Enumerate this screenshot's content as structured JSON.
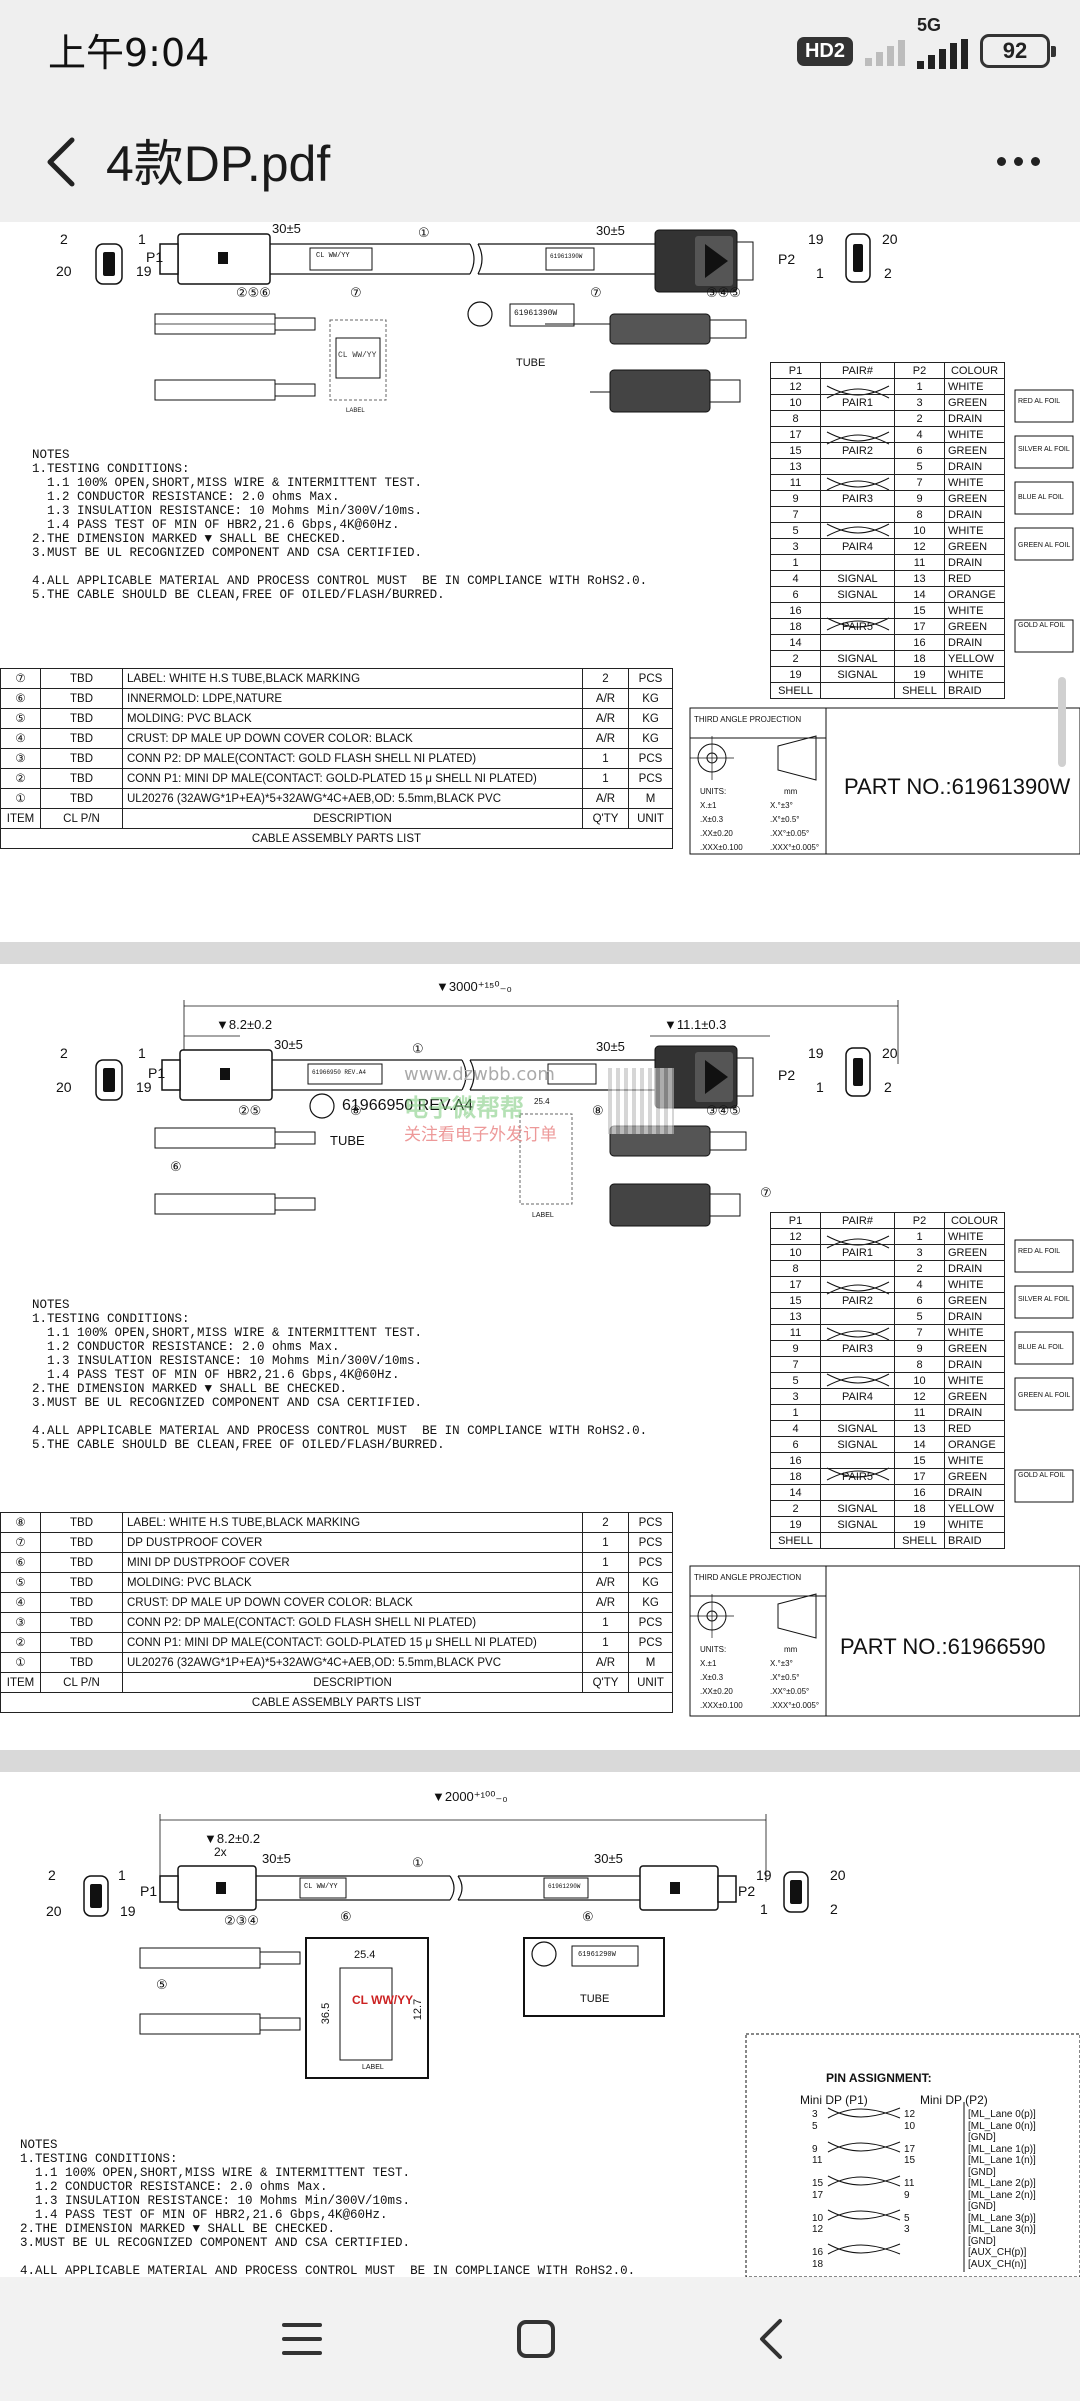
{
  "status": {
    "time": "上午9:04",
    "hd": "HD2",
    "net": "5G",
    "battery": "92"
  },
  "appbar": {
    "title": "4款DP.pdf"
  },
  "watermark": {
    "line1": "www.dzwbb.com",
    "line2": "电子微帮帮",
    "line3": "关注看电子外发订单"
  },
  "pages": [
    {
      "part_no": "PART NO.:61961390W",
      "tube_label": "61961390W",
      "tube_caption": "TUBE",
      "length": "",
      "tol_left": "",
      "tol_right": "",
      "label_text": "CL WW/YY",
      "label_caption": "LABEL",
      "dim_a": "30±5",
      "dim_b": "30±5",
      "p1": "P1",
      "p2": "P2",
      "bom": [
        [
          "⑦",
          "TBD",
          "LABEL: WHITE H.S TUBE,BLACK MARKING",
          "2",
          "PCS"
        ],
        [
          "⑥",
          "TBD",
          "INNERMOLD: LDPE,NATURE",
          "A/R",
          "KG"
        ],
        [
          "⑤",
          "TBD",
          "MOLDING: PVC BLACK",
          "A/R",
          "KG"
        ],
        [
          "④",
          "TBD",
          "CRUST: DP MALE UP DOWN COVER COLOR: BLACK",
          "A/R",
          "KG"
        ],
        [
          "③",
          "TBD",
          "CONN P2: DP MALE(CONTACT: GOLD FLASH  SHELL NI PLATED)",
          "1",
          "PCS"
        ],
        [
          "②",
          "TBD",
          "CONN P1: MINI DP MALE(CONTACT: GOLD-PLATED 15 μ SHELL NI PLATED)",
          "1",
          "PCS"
        ],
        [
          "①",
          "TBD",
          "UL20276 (32AWG*1P+EA)*5+32AWG*4C+AEB,OD: 5.5mm,BLACK PVC",
          "A/R",
          "M"
        ]
      ]
    },
    {
      "part_no": "PART NO.:61966590",
      "tube_label": "61966950 REV.A4",
      "tube_caption": "TUBE",
      "length": "▼3000⁺¹⁵⁰₋₀",
      "tol_left": "▼8.2±0.2",
      "tol_right": "▼11.1±0.3",
      "label_text": "25.4",
      "label_caption": "LABEL",
      "dim_a": "30±5",
      "dim_b": "30±5",
      "p1": "P1",
      "p2": "P2",
      "bom": [
        [
          "⑧",
          "TBD",
          "LABEL: WHITE H.S TUBE,BLACK MARKING",
          "2",
          "PCS"
        ],
        [
          "⑦",
          "TBD",
          "DP DUSTPROOF COVER",
          "1",
          "PCS"
        ],
        [
          "⑥",
          "TBD",
          "MINI DP DUSTPROOF COVER",
          "1",
          "PCS"
        ],
        [
          "⑤",
          "TBD",
          "MOLDING: PVC BLACK",
          "A/R",
          "KG"
        ],
        [
          "④",
          "TBD",
          "CRUST: DP MALE UP DOWN COVER COLOR: BLACK",
          "A/R",
          "KG"
        ],
        [
          "③",
          "TBD",
          "CONN P2: DP MALE(CONTACT: GOLD FLASH  SHELL NI PLATED)",
          "1",
          "PCS"
        ],
        [
          "②",
          "TBD",
          "CONN P1: MINI DP MALE(CONTACT: GOLD-PLATED 15 μ SHELL NI PLATED)",
          "1",
          "PCS"
        ],
        [
          "①",
          "TBD",
          "UL20276 (32AWG*1P+EA)*5+32AWG*4C+AEB,OD: 5.5mm,BLACK PVC",
          "A/R",
          "M"
        ]
      ]
    },
    {
      "part_no": "",
      "tube_label": "61961290W",
      "tube_caption": "TUBE",
      "length": "▼2000⁺¹⁰⁰₋₀",
      "tol_left": "▼8.2±0.2",
      "tol_right": "",
      "label_text": "CL WW/YY",
      "label_caption": "LABEL",
      "dim_a": "30±5",
      "dim_b": "30±5",
      "p1": "P1",
      "p2": "P2",
      "bom": []
    }
  ],
  "pin_header": [
    "P1",
    "PAIR#",
    "P2",
    "COLOUR"
  ],
  "pin_rows": [
    [
      "12",
      "",
      "1",
      "WHITE",
      ""
    ],
    [
      "10",
      "PAIR1",
      "3",
      "GREEN",
      "RED AL FOIL"
    ],
    [
      "8",
      "",
      "2",
      "DRAIN",
      ""
    ],
    [
      "17",
      "",
      "4",
      "WHITE",
      ""
    ],
    [
      "15",
      "PAIR2",
      "6",
      "GREEN",
      "SILVER AL FOIL"
    ],
    [
      "13",
      "",
      "5",
      "DRAIN",
      ""
    ],
    [
      "11",
      "",
      "7",
      "WHITE",
      ""
    ],
    [
      "9",
      "PAIR3",
      "9",
      "GREEN",
      "BLUE AL FOIL"
    ],
    [
      "7",
      "",
      "8",
      "DRAIN",
      ""
    ],
    [
      "5",
      "",
      "10",
      "WHITE",
      ""
    ],
    [
      "3",
      "PAIR4",
      "12",
      "GREEN",
      "GREEN AL FOIL"
    ],
    [
      "1",
      "",
      "11",
      "DRAIN",
      ""
    ],
    [
      "4",
      "SIGNAL",
      "13",
      "RED",
      ""
    ],
    [
      "6",
      "SIGNAL",
      "14",
      "ORANGE",
      ""
    ],
    [
      "16",
      "",
      "15",
      "WHITE",
      ""
    ],
    [
      "18",
      "PAIR5",
      "17",
      "GREEN",
      "GOLD AL FOIL"
    ],
    [
      "14",
      "",
      "16",
      "DRAIN",
      ""
    ],
    [
      "2",
      "SIGNAL",
      "18",
      "YELLOW",
      ""
    ],
    [
      "19",
      "SIGNAL",
      "19",
      "WHITE",
      ""
    ],
    [
      "SHELL",
      "",
      "SHELL",
      "BRAID",
      ""
    ]
  ],
  "notes": [
    "NOTES",
    "1.TESTING CONDITIONS:",
    "  1.1 100% OPEN,SHORT,MISS WIRE & INTERMITTENT TEST.",
    "  1.2 CONDUCTOR RESISTANCE: 2.0 ohms Max.",
    "  1.3 INSULATION RESISTANCE: 10 Mohms Min/300V/10ms.",
    "  1.4 PASS TEST OF MIN OF HBR2,21.6 Gbps,4K@60Hz.",
    "2.THE DIMENSION MARKED ▼ SHALL BE CHECKED.",
    "3.MUST BE UL RECOGNIZED COMPONENT AND CSA CERTIFIED.",
    "",
    "4.ALL APPLICABLE MATERIAL AND PROCESS CONTROL MUST  BE IN COMPLIANCE WITH RoHS2.0.",
    "5.THE CABLE SHOULD BE CLEAN,FREE OF OILED/FLASH/BURRED."
  ],
  "bom_footer": {
    "item": "ITEM",
    "pn": "CL P/N",
    "desc": "DESCRIPTION",
    "qty": "Q'TY",
    "unit": "UNIT",
    "caption": "CABLE ASSEMBLY PARTS LIST"
  },
  "projection": {
    "title": "THIRD ANGLE PROJECTION",
    "units": "UNITS:",
    "mm": "mm",
    "tol": [
      [
        "X.±1",
        "X.°±3°"
      ],
      [
        ".X±0.3",
        ".X°±0.5°"
      ],
      [
        ".XX±0.20",
        ".XX°±0.05°"
      ],
      [
        ".XXX±0.100",
        ".XXX°±0.005°"
      ]
    ]
  },
  "pin_assign": {
    "title": "PIN ASSIGNMENT:",
    "col1": "Mini DP (P1)",
    "col2": "Mini DP (P2)",
    "rows": [
      [
        "3",
        "12",
        "ML_Lane 0(p)"
      ],
      [
        "5",
        "10",
        "ML_Lane 0(n)"
      ],
      [
        "",
        "",
        "GND"
      ],
      [
        "9",
        "17",
        "ML_Lane 1(p)"
      ],
      [
        "11",
        "15",
        "ML_Lane 1(n)"
      ],
      [
        "",
        "",
        "GND"
      ],
      [
        "15",
        "11",
        "ML_Lane 2(p)"
      ],
      [
        "17",
        "9",
        "ML_Lane 2(n)"
      ],
      [
        "",
        "",
        "GND"
      ],
      [
        "10",
        "5",
        "ML_Lane 3(p)"
      ],
      [
        "12",
        "3",
        "ML_Lane 3(n)"
      ],
      [
        "",
        "",
        "GND"
      ],
      [
        "16",
        "",
        "AUX_CH(p)"
      ],
      [
        "18",
        "",
        "AUX_CH(n)"
      ]
    ]
  },
  "pins_left": {
    "top": "2",
    "top_r": "1",
    "bot": "20",
    "bot_r": "19"
  },
  "pins_right": {
    "top": "19",
    "top_r": "20",
    "bot": "1",
    "bot_r": "2"
  },
  "dim_label": {
    "w": "25.4",
    "h": "12.7",
    "h2": "36.5"
  },
  "callouts": {
    "c1": "①",
    "c256": "②⑤⑥",
    "c7": "⑦",
    "c345": "③④⑤",
    "c25": "②⑤",
    "c8": "⑧",
    "c6": "⑥",
    "c234": "②③④",
    "c5": "⑤",
    "c2x": "2x"
  }
}
